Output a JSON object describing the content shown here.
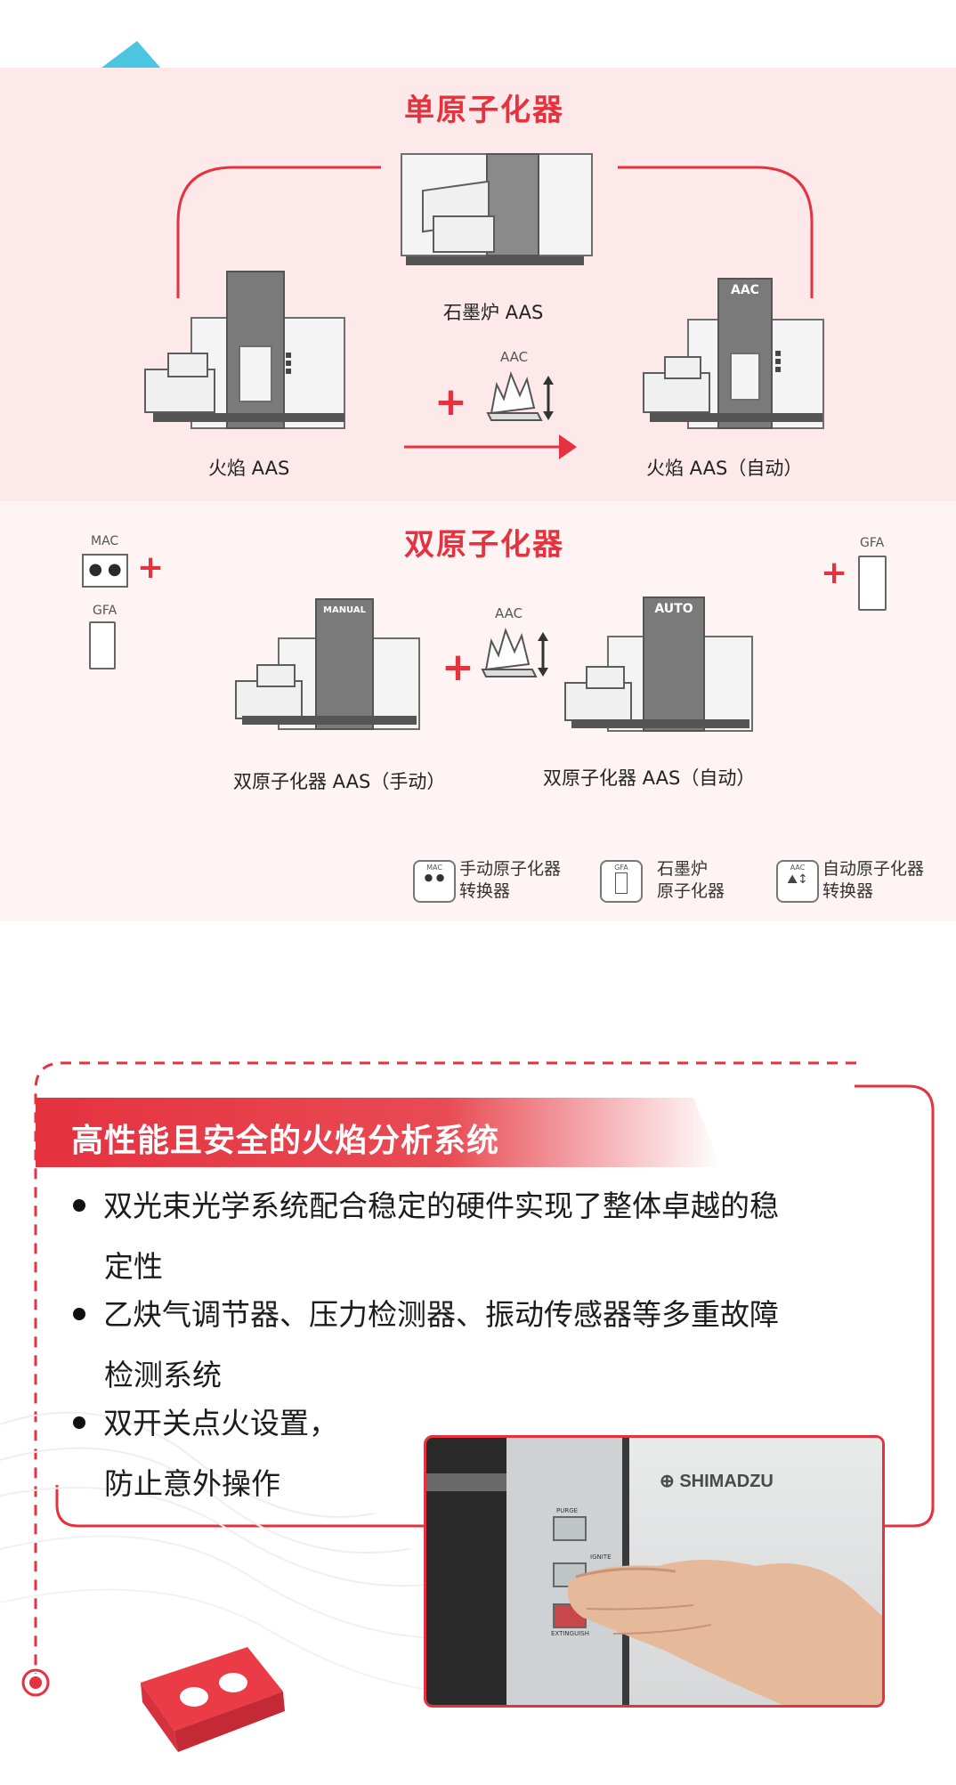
{
  "single_section": {
    "title": "单原子化器",
    "graphite_label": "石墨炉 AAS",
    "flame_label": "火焰 AAS",
    "flame_auto_label": "火焰 AAS（自动）",
    "aac_label": "AAC",
    "aac_tower_label": "AAC"
  },
  "dual_section": {
    "title": "双原子化器",
    "mac_label": "MAC",
    "gfa_left_label": "GFA",
    "gfa_right_label": "GFA",
    "aac_label": "AAC",
    "manual_tower_label": "MANUAL",
    "auto_tower_label": "AUTO",
    "manual_caption": "双原子化器 AAS（手动）",
    "auto_caption": "双原子化器 AAS（自动）"
  },
  "legend": {
    "items": [
      {
        "icon_label": "MAC",
        "line1": "手动原子化器",
        "line2": "转换器"
      },
      {
        "icon_label": "GFA",
        "line1": "石墨炉",
        "line2": "原子化器"
      },
      {
        "icon_label": "AAC",
        "line1": "自动原子化器",
        "line2": "转换器"
      }
    ]
  },
  "feature": {
    "title": "高性能且安全的火焰分析系统",
    "bullets": [
      {
        "line1": "双光束光学系统配合稳定的硬件实现了整体卓越的稳",
        "line2": "定性"
      },
      {
        "line1": "乙炔气调节器、压力检测器、振动传感器等多重故障",
        "line2": "检测系统"
      },
      {
        "line1": "双开关点火设置，",
        "line2": "防止意外操作"
      }
    ]
  },
  "photo": {
    "brand": "SHIMADZU",
    "button_labels": [
      "PURGE",
      "IGNITE",
      "EXTINGUISH"
    ]
  },
  "colors": {
    "accent": "#e5323f",
    "panel_single_bg": "#fde9e9",
    "panel_dual_bg": "#fdf4f3",
    "cube_cyan": "#4cc6e0"
  },
  "icons": [
    "play-cube-icon",
    "plus-icon",
    "arrow-right-icon",
    "arrow-down-icon",
    "double-arrow-icon",
    "flame-burner-icon",
    "red-block-icon",
    "shimadzu-logo-icon"
  ]
}
